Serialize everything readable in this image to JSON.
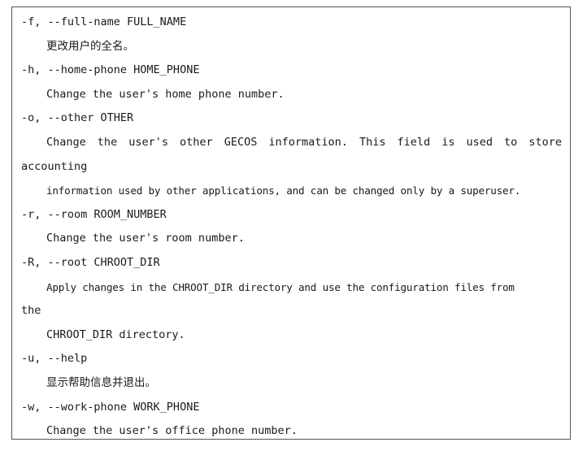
{
  "man_page_section": {
    "lines": [
      "-f, --full-name FULL_NAME",
      "更改用户的全名。",
      "-h, --home-phone HOME_PHONE",
      "Change the user's home phone number.",
      "-o, --other OTHER",
      "Change the user's other GECOS information. This field is used to store",
      "accounting",
      "information used by other applications, and can be changed only by a superuser.",
      "-r, --room ROOM_NUMBER",
      "Change the user's room number.",
      "-R, --root CHROOT_DIR",
      "Apply changes in the CHROOT_DIR directory and use the configuration files from",
      "the",
      "CHROOT_DIR directory.",
      "-u, --help",
      "显示帮助信息并退出。",
      "-w, --work-phone WORK_PHONE",
      "Change the user's office phone number."
    ]
  }
}
